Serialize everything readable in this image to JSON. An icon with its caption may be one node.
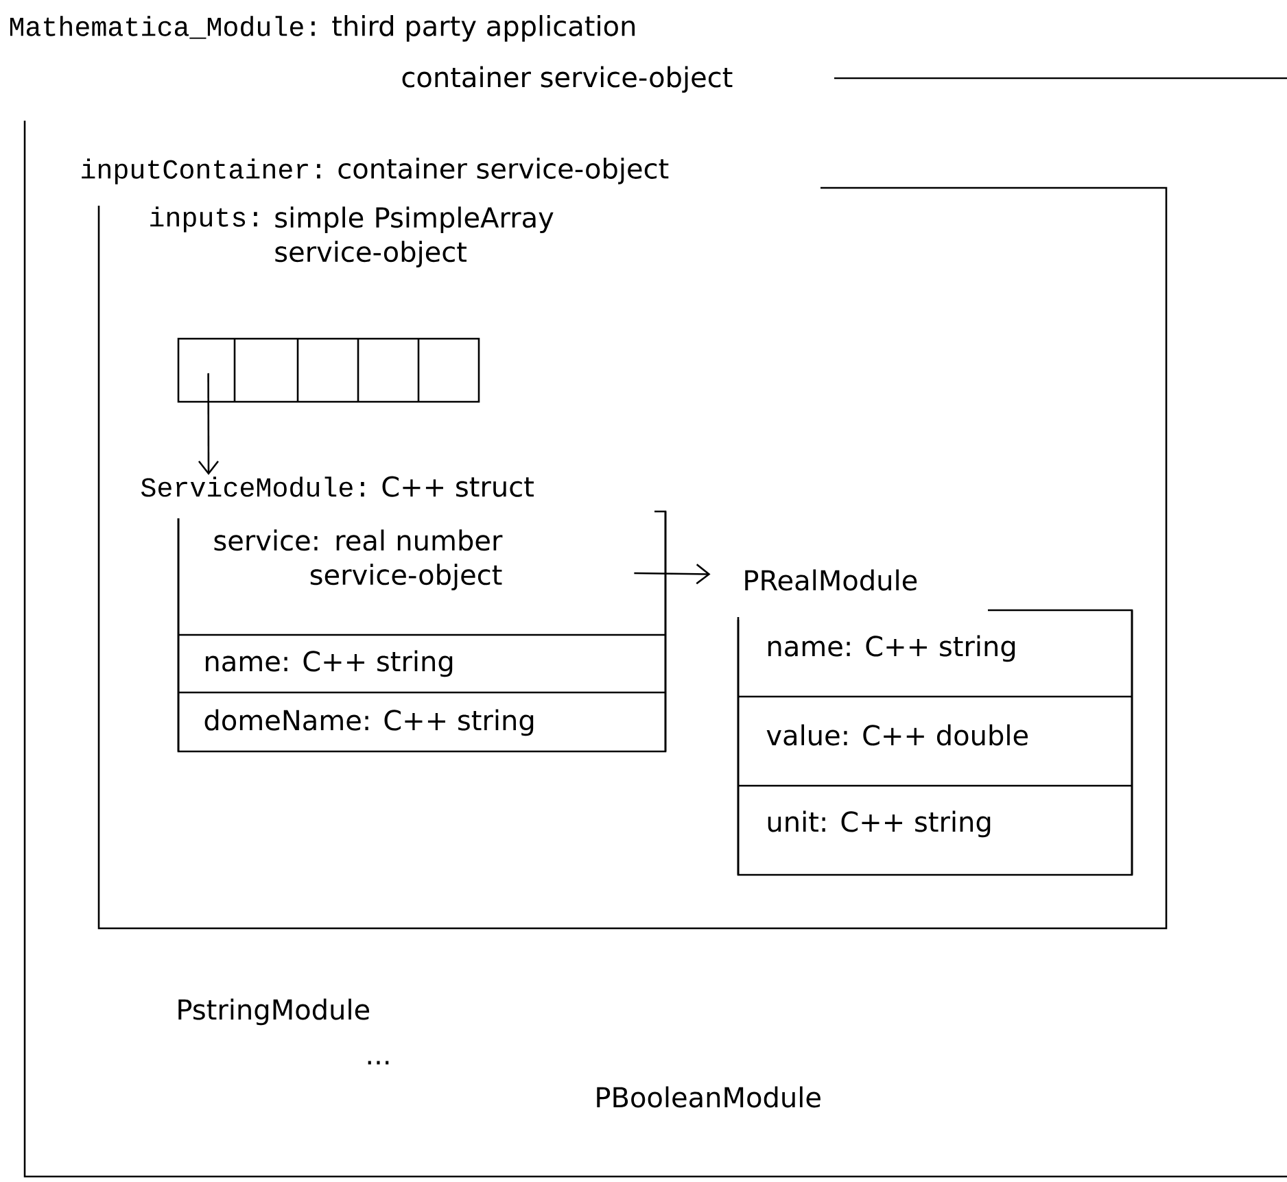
{
  "diagram": {
    "nodes": [
      {
        "text": [
          "container service-object"
        ]
      },
      {
        "text": [
          "inputContainer:",
          "container service-object"
        ],
        "in": 0
      },
      {
        "text": [
          "inputs:",
          "simple PsimpleArray service-object"
        ],
        "in": 1
      },
      {
        "text": [
          "ServiceModule:",
          "C++ struct"
        ],
        "in": 1
      },
      {
        "text": [
          "service: real number service-object"
        ],
        "in": 3
      },
      {
        "text": [
          "name: C++ string"
        ],
        "in": 3
      },
      {
        "text": [
          "domeName: C++ string"
        ],
        "in": 3
      },
      {
        "text": [
          "PRealModule"
        ],
        "in": 1
      },
      {
        "text": [
          "name: C++ string"
        ],
        "in": 7
      },
      {
        "text": [
          "value: C++ double"
        ],
        "in": 7
      },
      {
        "text": [
          "unit: C++ string"
        ],
        "in": 7
      }
    ],
    "edges": [
      {
        "from": 2,
        "to": 3,
        "arrow": "to"
      },
      {
        "from": 4,
        "to": 7,
        "arrow": "to"
      }
    ],
    "labels": [
      "Mathematica_Module:",
      "third party application",
      "PstringModule",
      "...",
      "PBooleanModule"
    ]
  }
}
